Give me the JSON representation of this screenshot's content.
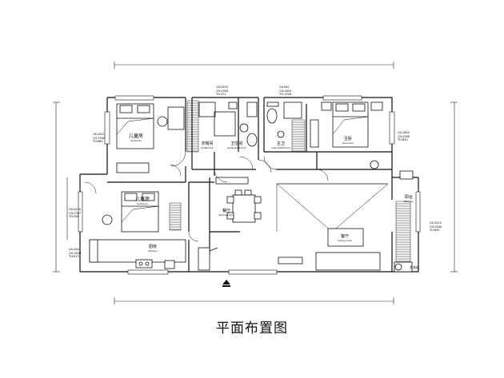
{
  "title": "平面布置图",
  "rooms": {
    "bedroom1_cn": "儿童房",
    "bedroom1_en": "bedroom",
    "cloak_cn": "衣帽间",
    "cloak_en": "Cloakroom",
    "bath1_cn": "卫生间",
    "bath1_en": "guest bathroom",
    "bath2_cn": "主卫",
    "bath2_en": "main bathroom",
    "master_cn": "主卧",
    "master_en": "bed room",
    "bedroom2_cn": "儿童房",
    "bedroom2_en": "bedroom",
    "dining_cn": "餐厅",
    "dining_en": "Dining room",
    "kitchen_cn": "厨房",
    "kitchen_en": "Kitchen",
    "living_cn": "客厅",
    "living_en": "Living room",
    "balcony_cn": "阳台",
    "balcony_en": "Balcony",
    "laundry_cn": "洗衣机"
  },
  "ceiling_notes": {
    "n1": [
      "CK:2300",
      "CH:1950",
      "TH:371"
    ],
    "n2": [
      "CK:940",
      "CH:1620",
      "TH:1156"
    ],
    "n3": [
      "CK:2011",
      "CH:1940",
      "TH:960"
    ],
    "n4": [
      "CK:1800",
      "CH:2000",
      "TH:830"
    ],
    "n5": [
      "CK:2210",
      "CH:2307",
      "TH:206"
    ],
    "n6": [
      "CK:1044",
      "CH:1630",
      "TH:913"
    ],
    "n7": [
      "CK:3220",
      "CH:1944",
      "TH:643"
    ]
  }
}
